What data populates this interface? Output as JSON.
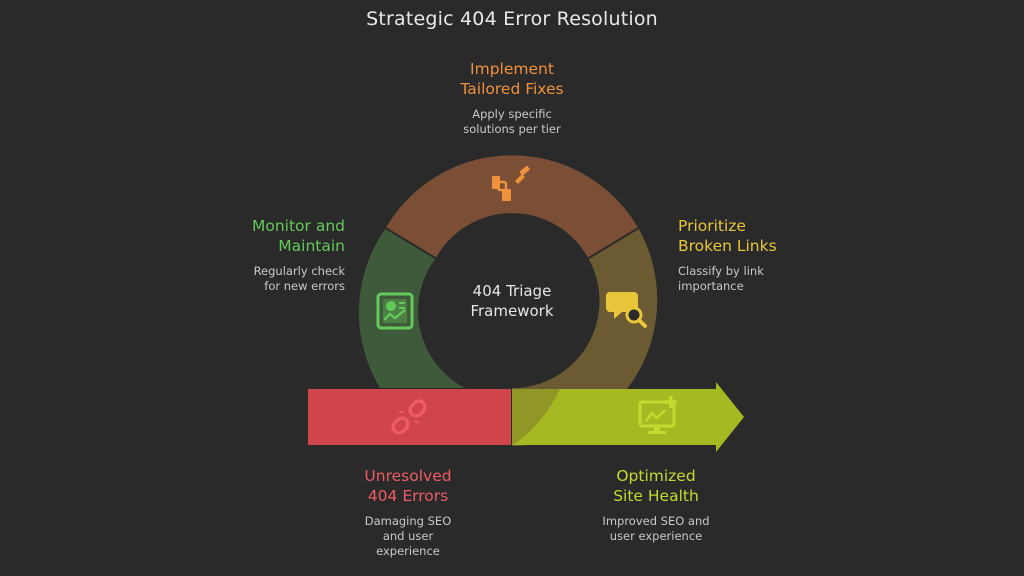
{
  "title": "Strategic 404 Error Resolution",
  "center_label": [
    "404 Triage",
    "Framework"
  ],
  "steps": {
    "implement": {
      "title": [
        "Implement",
        "Tailored Fixes"
      ],
      "description": [
        "Apply specific",
        "solutions per tier"
      ],
      "color": "#f0913b",
      "segment_color": "#7a4f36",
      "icon": "tools-icon"
    },
    "prioritize": {
      "title": [
        "Prioritize",
        "Broken Links"
      ],
      "description": [
        "Classify by link",
        "importance"
      ],
      "color": "#e8c53a",
      "segment_color": "#6b5a32",
      "icon": "chat-search-icon"
    },
    "monitor": {
      "title": [
        "Monitor and",
        "Maintain"
      ],
      "description": [
        "Regularly check",
        "for new errors"
      ],
      "color": "#63c95a",
      "segment_color": "#3f5a3a",
      "icon": "dashboard-icon"
    },
    "unresolved": {
      "title": [
        "Unresolved",
        "404 Errors"
      ],
      "description": [
        "Damaging SEO",
        "and user",
        "experience"
      ],
      "color": "#ee5b65",
      "bar_color": "#d0444b",
      "icon": "broken-link-icon"
    },
    "optimized": {
      "title": [
        "Optimized",
        "Site Health"
      ],
      "description": [
        "Improved SEO and",
        "user experience"
      ],
      "color": "#c6d930",
      "bar_color": "#a6b923",
      "icon": "monitor-chart-icon"
    }
  },
  "colors": {
    "background": "#2a2a2a",
    "inner_circle": "#2a2a2a"
  }
}
